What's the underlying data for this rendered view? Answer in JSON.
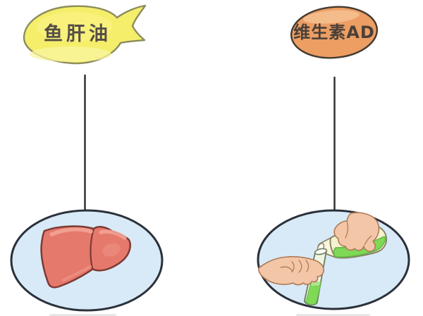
{
  "illustration": {
    "background": "#FFFFFF",
    "connector_color": "#2E3338",
    "bubble_fill": "#D8EAF7",
    "bubble_outline": "#2B313A",
    "left_item": {
      "label": "鱼肝油",
      "shape": "fish-capsule",
      "fill": "#F5EE6B",
      "outline": "#8C8C5E",
      "content_icon": "liver-icon",
      "liver_fill": "#E5796C",
      "liver_outline": "#7E3A34",
      "liver_highlight": "#F2A396"
    },
    "right_item": {
      "label": "维生素AD",
      "shape": "egg-capsule",
      "fill": "#EC9E63",
      "outline": "#443A30",
      "content_icon": "pouring-medicine-icon",
      "skin_color": "#F3C6A8",
      "skin_outline": "#B07A55",
      "liquid_color": "#7FD957",
      "bottle_color": "#F4F2CF"
    }
  }
}
